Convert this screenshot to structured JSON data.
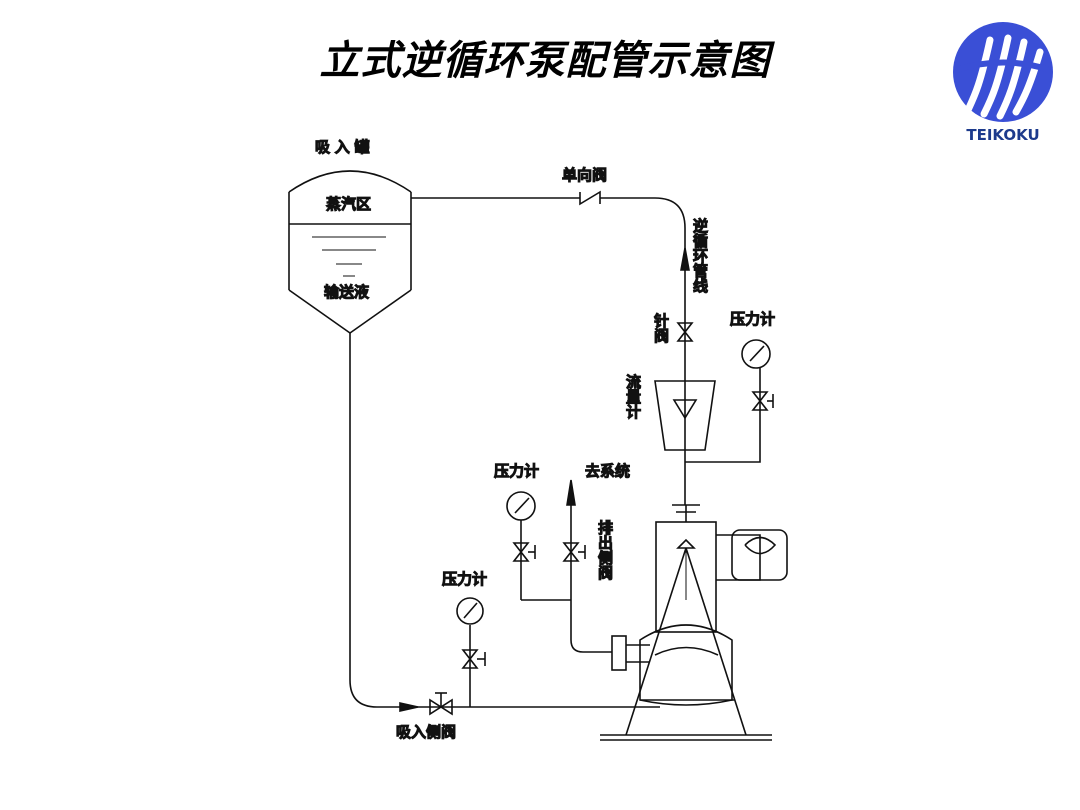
{
  "title": "立式逆循环泵配管示意图",
  "logo": {
    "brand_text": "TEIKOKU",
    "color": "#3a4fd6",
    "text_color": "#1c3a8c"
  },
  "labels": {
    "tank": "吸 入 罐",
    "vapor_zone": "蒸汽区",
    "liquid": "输送液",
    "check_valve": "单向阀",
    "reverse_line": "逆循环管线",
    "needle_valve": "针阀",
    "pressure_gauge_top": "压力计",
    "flow_meter": "流量计",
    "pressure_gauge_mid": "压力计",
    "to_system": "去系统",
    "discharge_valve": "排出侧阀",
    "pressure_gauge_low": "压力计",
    "suction_valve": "吸入侧阀"
  },
  "colors": {
    "line": "#111111",
    "background": "#ffffff"
  }
}
